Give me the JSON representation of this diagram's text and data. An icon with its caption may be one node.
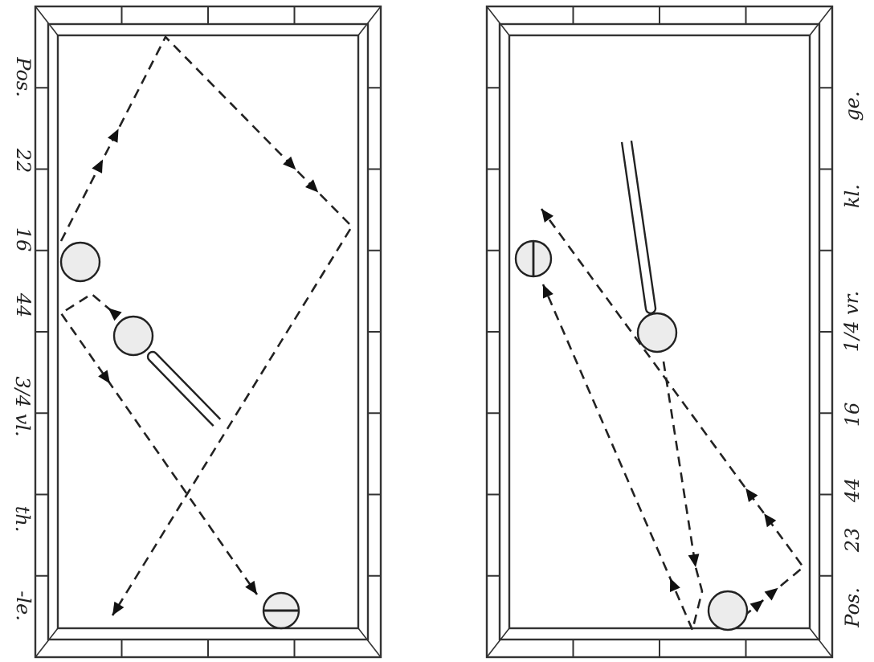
{
  "diagram": {
    "labels": [
      "Pos.",
      "22",
      "16",
      "44",
      "3/4 vl.",
      "th.",
      "-le.",
      "Pos.",
      "23",
      "44",
      "16",
      "1/4 vr.",
      "kl.",
      "ge."
    ]
  }
}
